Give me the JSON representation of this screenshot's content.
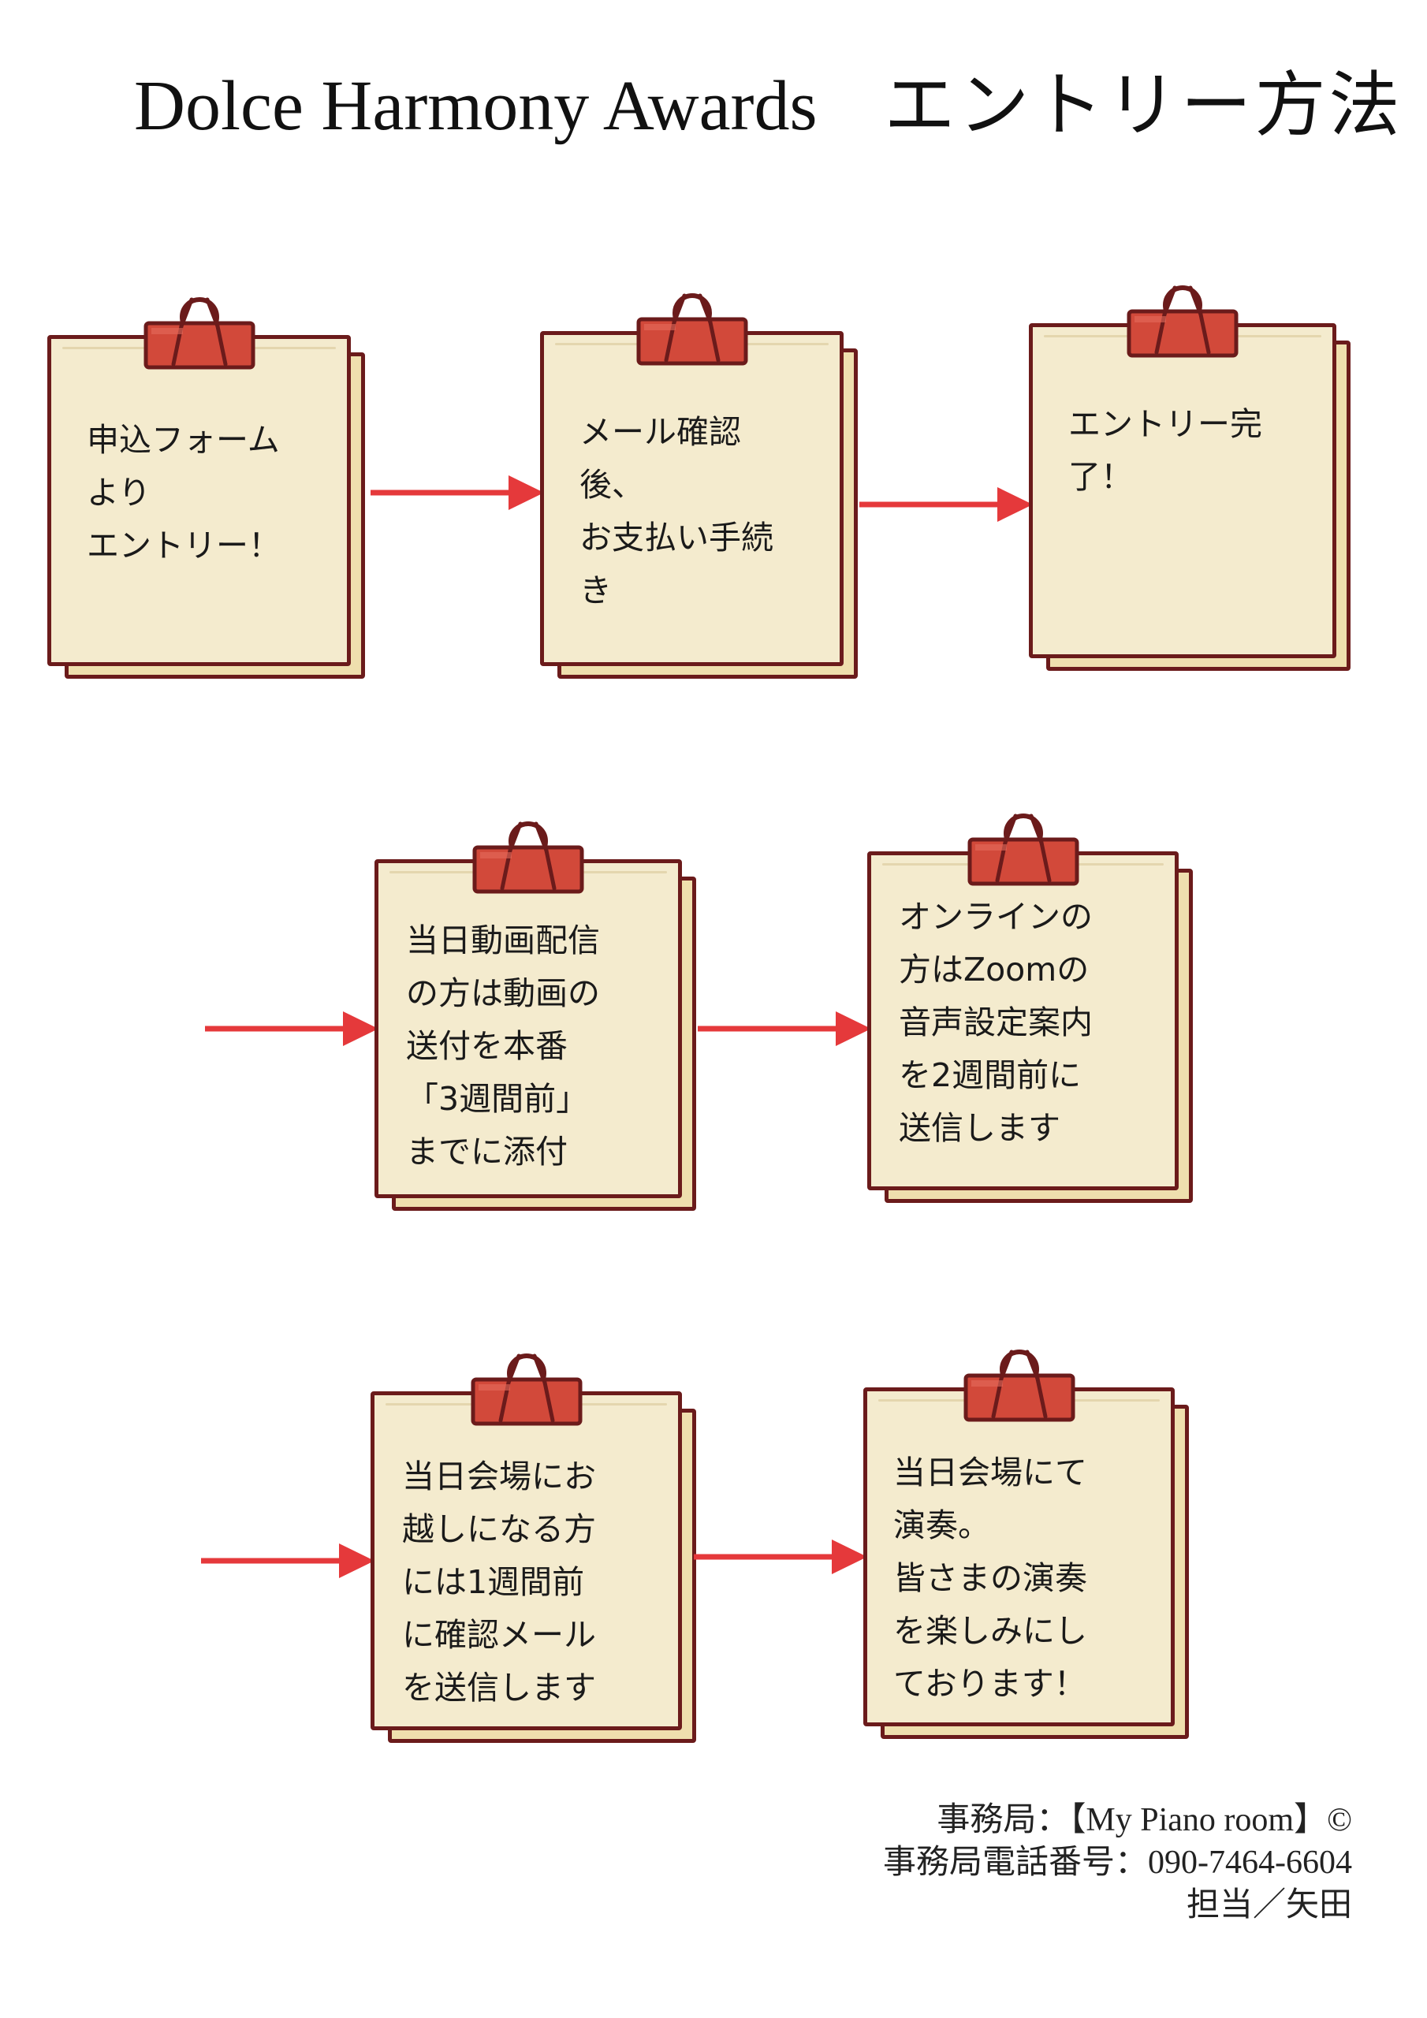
{
  "title": {
    "en": "Dolce Harmony Awards",
    "jp": "エントリー方法"
  },
  "colors": {
    "note_face": "#f4ebce",
    "note_back": "#efdfae",
    "outline": "#6b1b1b",
    "clip": "#d2493a",
    "arrow": "#e5393b"
  },
  "icons": [
    "binder-clip-icon",
    "arrow-right-icon",
    "copyright-icon"
  ],
  "steps": [
    {
      "text": "申込フォーム\nより\nエントリー！"
    },
    {
      "text": "メール確認\n後、\nお支払い手続\nき"
    },
    {
      "text": "エントリー完\n了！"
    },
    {
      "text": "当日動画配信\nの方は動画の\n送付を本番\n「3週間前」\nまでに添付"
    },
    {
      "text": "オンラインの\n方はZoomの\n音声設定案内\nを2週間前に\n送信します"
    },
    {
      "text": "当日会場にお\n越しになる方\nには1週間前\nに確認メール\nを送信します"
    },
    {
      "text": "当日会場にて\n演奏。\n皆さまの演奏\nを楽しみにし\nております！"
    }
  ],
  "office": {
    "line1": "事務局：【My Piano room】©",
    "line2": "事務局電話番号：090-7464-6604",
    "line3": "担当／矢田"
  }
}
